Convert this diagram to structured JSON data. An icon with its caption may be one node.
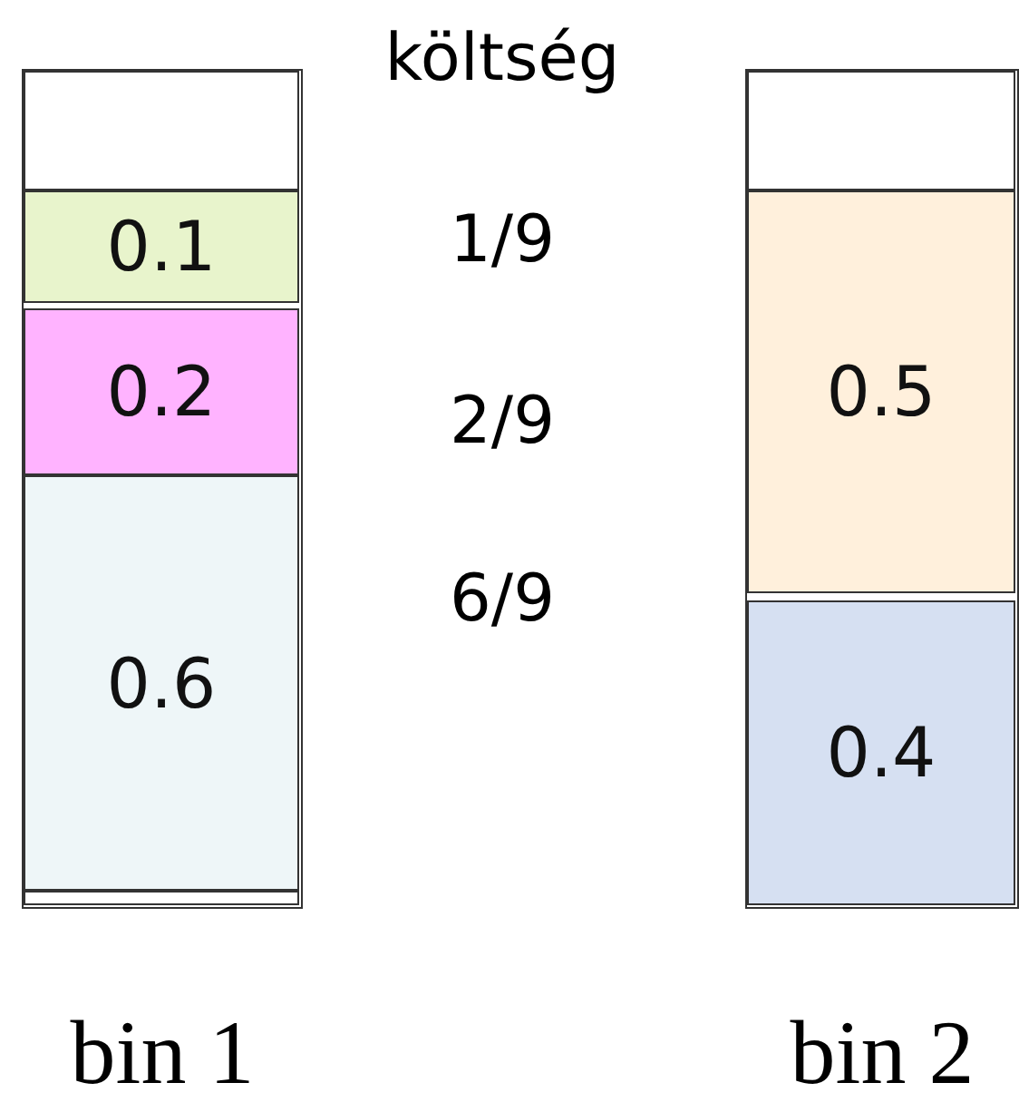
{
  "diagram": {
    "nodes": [
      {
        "text": [
          "bin 1"
        ]
      },
      {
        "text": [],
        "shape": "box",
        "in": 0
      },
      {
        "text": [
          "0.1"
        ],
        "in": 0
      },
      {
        "text": [
          "0.2"
        ],
        "in": 0
      },
      {
        "text": [
          "0.6"
        ],
        "in": 0
      },
      {
        "text": [],
        "shape": "box",
        "in": 0
      },
      {
        "text": [
          "bin 2"
        ]
      },
      {
        "text": [],
        "shape": "box",
        "in": 6
      },
      {
        "text": [
          "0.5"
        ],
        "in": 6
      },
      {
        "text": [
          "0.4"
        ],
        "in": 6
      }
    ],
    "labels": [
      "költség",
      "1/9",
      "2/9",
      "6/9"
    ]
  }
}
